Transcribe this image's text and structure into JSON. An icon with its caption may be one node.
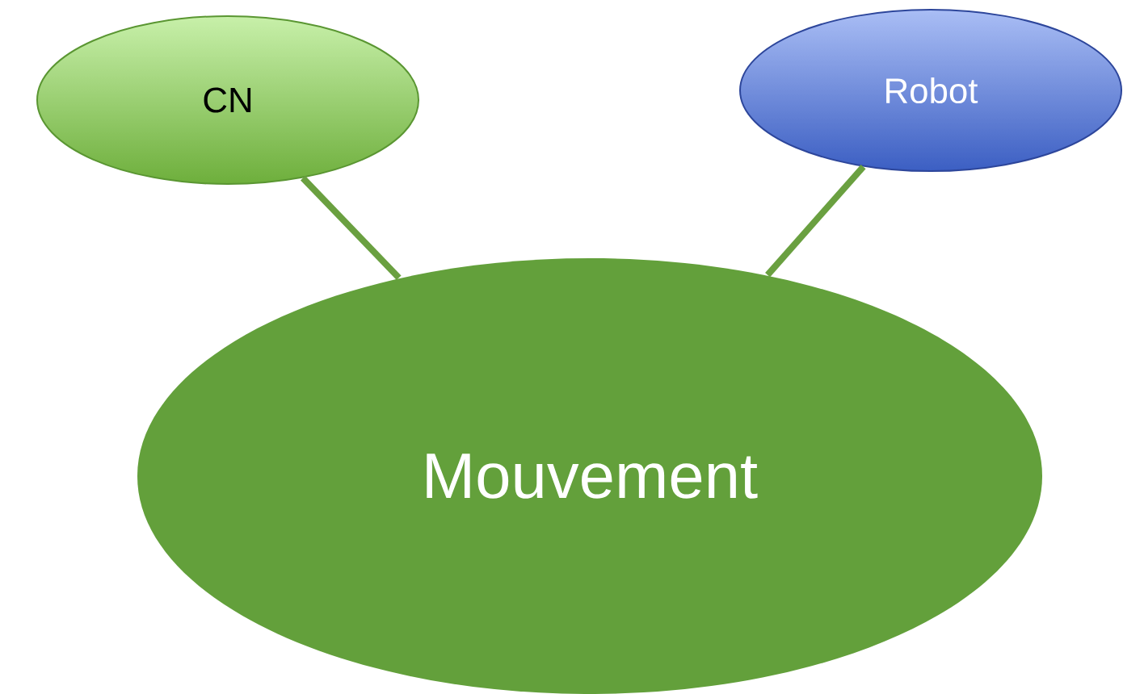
{
  "diagram": {
    "nodes": [
      {
        "text": [
          "CN"
        ]
      },
      {
        "text": [
          "Robot"
        ]
      },
      {
        "text": [
          "Mouvement"
        ]
      }
    ],
    "edges": [
      {
        "from": 0,
        "to": 2,
        "arrow": "none"
      },
      {
        "from": 1,
        "to": 2,
        "arrow": "none"
      }
    ]
  }
}
